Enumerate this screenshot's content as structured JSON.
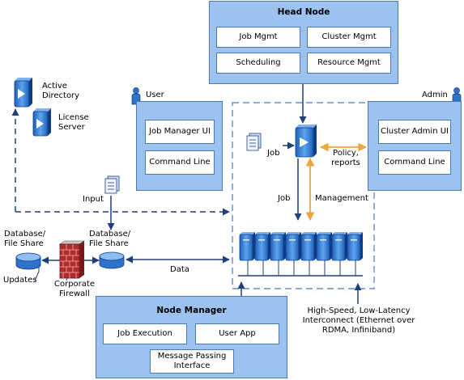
{
  "head_node": {
    "title": "Head Node",
    "job_mgmt": "Job Mgmt",
    "cluster_mgmt": "Cluster Mgmt",
    "scheduling": "Scheduling",
    "resource_mgmt": "Resource Mgmt"
  },
  "user_panel": {
    "label": "User",
    "job_manager_ui": "Job Manager UI",
    "command_line": "Command Line"
  },
  "admin_panel": {
    "label": "Admin",
    "cluster_admin_ui": "Cluster Admin UI",
    "command_line": "Command Line"
  },
  "node_manager": {
    "title": "Node Manager",
    "job_execution": "Job Execution",
    "user_app": "User App",
    "message_passing": "Message Passing Interface"
  },
  "labels": {
    "active_directory": "Active Directory",
    "license_server": "License Server",
    "input": "Input",
    "job_in": "Job",
    "policy_reports": "Policy, reports",
    "job_down": "Job",
    "management": "Management",
    "db_left": "Database/ File Share",
    "db_mid": "Database/ File Share",
    "updates": "Updates",
    "corporate_firewall": "Corporate Firewall",
    "data": "Data",
    "interconnect": "High-Speed, Low-Latency Interconnect (Ethernet over RDMA, Infiniband)"
  },
  "colors": {
    "panel_fill": "#9cc3ef",
    "panel_border": "#4a79b8",
    "arrow_dark": "#1f3f7a",
    "arrow_orange": "#f2a23a"
  }
}
